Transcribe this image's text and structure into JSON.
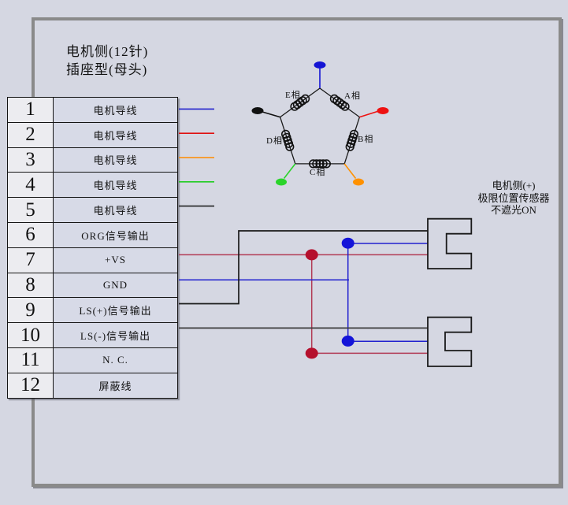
{
  "connector": {
    "title_line1": "电机侧(12针)",
    "title_line2": "插座型(母头)",
    "pins": [
      {
        "num": "1",
        "label": "电机导线",
        "wire_color": "#2222cc"
      },
      {
        "num": "2",
        "label": "电机导线",
        "wire_color": "#e01010"
      },
      {
        "num": "3",
        "label": "电机导线",
        "wire_color": "#ff8c00"
      },
      {
        "num": "4",
        "label": "电机导线",
        "wire_color": "#22cc22"
      },
      {
        "num": "5",
        "label": "电机导线",
        "wire_color": "#222222"
      },
      {
        "num": "6",
        "label": "ORG信号输出",
        "wire_color": ""
      },
      {
        "num": "7",
        "label": "+VS",
        "wire_color": "#b23b55"
      },
      {
        "num": "8",
        "label": "GND",
        "wire_color": "#2121cf"
      },
      {
        "num": "9",
        "label": "LS(+)信号输出",
        "wire_color": "#1a1a1a"
      },
      {
        "num": "10",
        "label": "LS(-)信号输出",
        "wire_color": "#3d3d3d"
      },
      {
        "num": "11",
        "label": "N. C.",
        "wire_color": ""
      },
      {
        "num": "12",
        "label": "屏蔽线",
        "wire_color": ""
      }
    ]
  },
  "motor_winding": {
    "phases": [
      {
        "label": "E相"
      },
      {
        "label": "A相"
      },
      {
        "label": "D相"
      },
      {
        "label": "B相"
      },
      {
        "label": "C相"
      }
    ],
    "leads": [
      {
        "position": "top",
        "color": "#1414d4"
      },
      {
        "position": "upper-left",
        "color": "#111111"
      },
      {
        "position": "upper-right",
        "color": "#ee1111"
      },
      {
        "position": "lower-left",
        "color": "#2ad42a"
      },
      {
        "position": "lower-right",
        "color": "#ff9100"
      }
    ]
  },
  "sensor_note": {
    "line1": "电机侧(+)",
    "line2": "极限位置传感器",
    "line3": "不遮光ON"
  },
  "colors": {
    "background": "#d5d7e2",
    "frame_border": "#8a8a8a",
    "pin_number_cell": "#ececf0",
    "pin_label_cell": "#d7dae7",
    "junction_dot_red": "#b5102d",
    "junction_dot_blue": "#1414d8"
  }
}
